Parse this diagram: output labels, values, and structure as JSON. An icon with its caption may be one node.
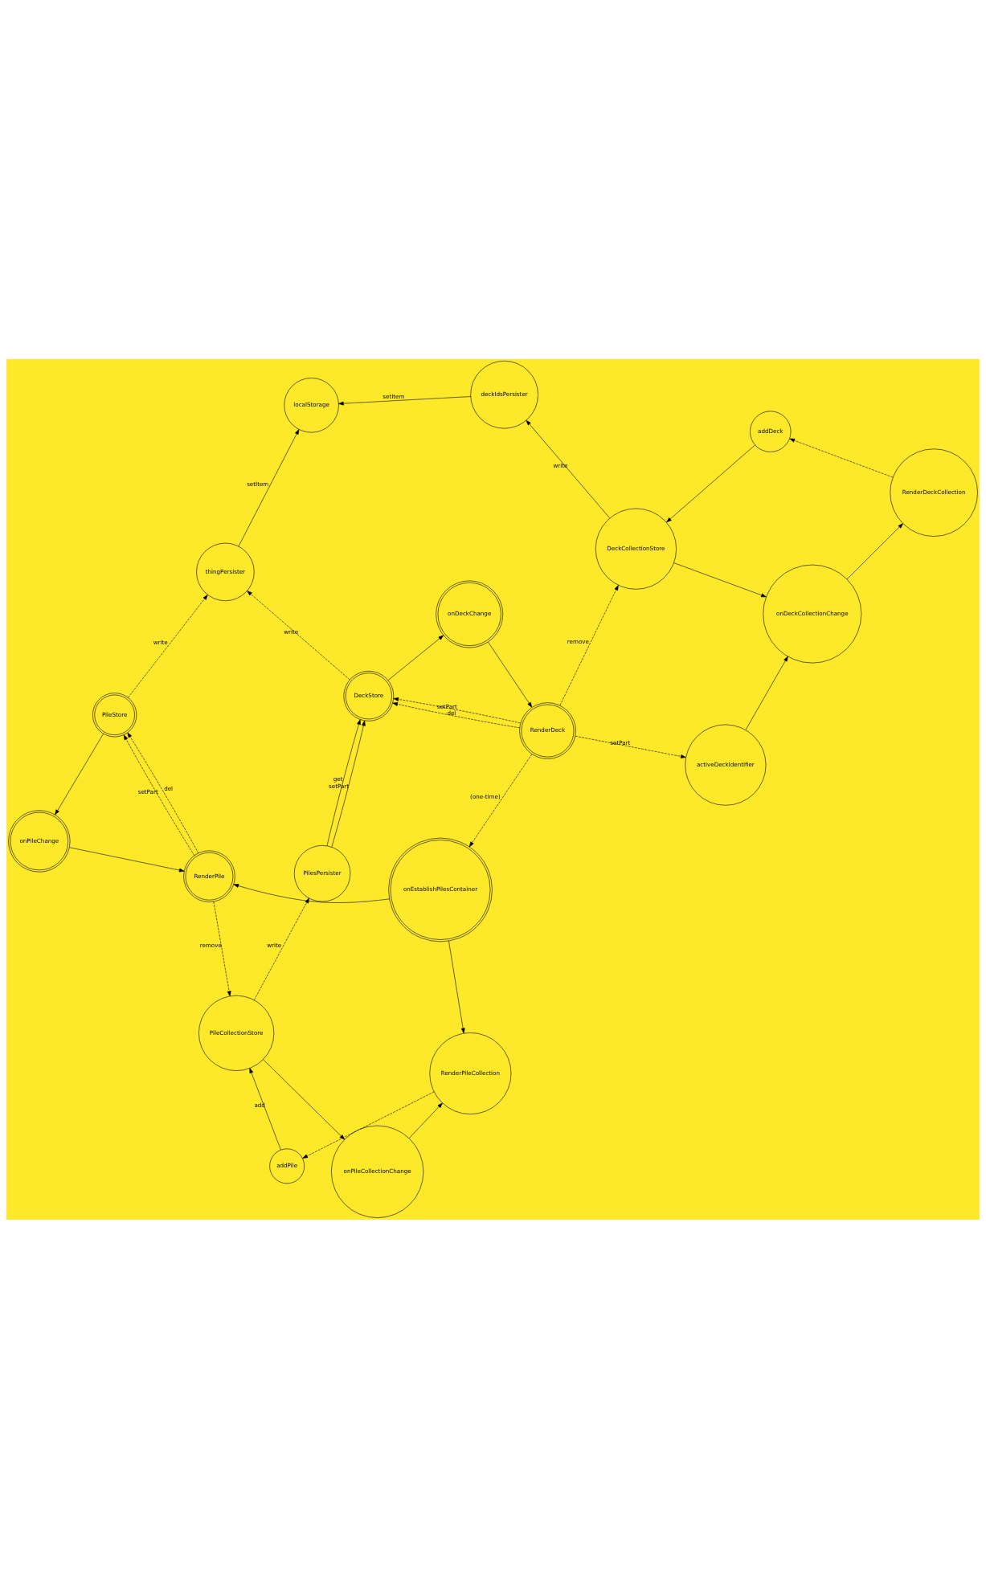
{
  "diagram": {
    "nodes": [
      {
        "text": [
          "addPile"
        ]
      },
      {
        "text": [
          "onPileCollectionChange"
        ]
      },
      {
        "text": [
          "onPileChange"
        ]
      },
      {
        "text": [
          "RenderPileCollection"
        ]
      },
      {
        "text": [
          "PileCollectionStore"
        ]
      },
      {
        "text": [
          "RenderPile"
        ]
      },
      {
        "text": [
          "PilesPersister"
        ]
      },
      {
        "text": [
          "onEstablishPilesContainer"
        ]
      },
      {
        "text": [
          "RenderDeck"
        ]
      },
      {
        "text": [
          "DeckStore"
        ]
      },
      {
        "text": [
          "PileStore"
        ]
      },
      {
        "text": [
          "thingPersister"
        ]
      },
      {
        "text": [
          "activeDeckIdentifier"
        ]
      },
      {
        "text": [
          "localStorage"
        ]
      },
      {
        "text": [
          "onDeckChange"
        ]
      },
      {
        "text": [
          "onDeckCollectionChange"
        ]
      },
      {
        "text": [
          "DeckCollectionStore"
        ]
      },
      {
        "text": [
          "RenderDeckCollection"
        ]
      },
      {
        "text": [
          "addDeck"
        ]
      },
      {
        "text": [
          "deckIdsPersister"
        ]
      }
    ],
    "edges": [
      {
        "from": 0,
        "to": 4,
        "arrow": "to",
        "label": "add"
      },
      {
        "from": 4,
        "to": 1,
        "arrow": "to"
      },
      {
        "from": 1,
        "to": 3,
        "arrow": "to"
      },
      {
        "from": 3,
        "to": 0,
        "arrow": "to",
        "style": "dashed"
      },
      {
        "from": 5,
        "to": 4,
        "arrow": "to",
        "style": "dashed",
        "label": "remove"
      },
      {
        "from": 7,
        "to": 3,
        "arrow": "to"
      },
      {
        "from": 7,
        "to": 5,
        "arrow": "to"
      },
      {
        "from": 8,
        "to": 7,
        "arrow": "to",
        "style": "dashed",
        "label": "(one-time)"
      },
      {
        "from": 4,
        "to": 6,
        "arrow": "to",
        "style": "dashed",
        "label": "write"
      },
      {
        "from": 6,
        "to": 9,
        "arrow": "to",
        "label": "get"
      },
      {
        "from": 6,
        "to": 9,
        "arrow": "to",
        "label": "setPart"
      },
      {
        "from": 8,
        "to": 9,
        "arrow": "to",
        "style": "dashed",
        "label": "del"
      },
      {
        "from": 8,
        "to": 9,
        "arrow": "to",
        "style": "dashed",
        "label": "setPart"
      },
      {
        "from": 9,
        "to": 11,
        "arrow": "to",
        "style": "dashed",
        "label": "write"
      },
      {
        "from": 9,
        "to": 14,
        "arrow": "to"
      },
      {
        "from": 14,
        "to": 8,
        "arrow": "to"
      },
      {
        "from": 8,
        "to": 12,
        "arrow": "to",
        "style": "dashed",
        "label": "setPart"
      },
      {
        "from": 8,
        "to": 16,
        "arrow": "to",
        "style": "dashed",
        "label": "remove"
      },
      {
        "from": 12,
        "to": 15,
        "arrow": "to"
      },
      {
        "from": 16,
        "to": 15,
        "arrow": "to"
      },
      {
        "from": 15,
        "to": 17,
        "arrow": "to"
      },
      {
        "from": 17,
        "to": 18,
        "arrow": "to",
        "style": "dashed"
      },
      {
        "from": 18,
        "to": 16,
        "arrow": "to"
      },
      {
        "from": 16,
        "to": 19,
        "arrow": "to",
        "label": "write"
      },
      {
        "from": 19,
        "to": 13,
        "arrow": "to",
        "label": "setItem"
      },
      {
        "from": 11,
        "to": 13,
        "arrow": "to",
        "label": "setItem"
      },
      {
        "from": 10,
        "to": 11,
        "arrow": "to",
        "style": "dashed",
        "label": "write"
      },
      {
        "from": 5,
        "to": 10,
        "arrow": "to",
        "style": "dashed",
        "label": "setPart"
      },
      {
        "from": 5,
        "to": 10,
        "arrow": "to",
        "style": "dashed",
        "label": "del"
      },
      {
        "from": 2,
        "to": 5,
        "arrow": "to"
      },
      {
        "from": 10,
        "to": 2,
        "arrow": "to"
      }
    ]
  }
}
